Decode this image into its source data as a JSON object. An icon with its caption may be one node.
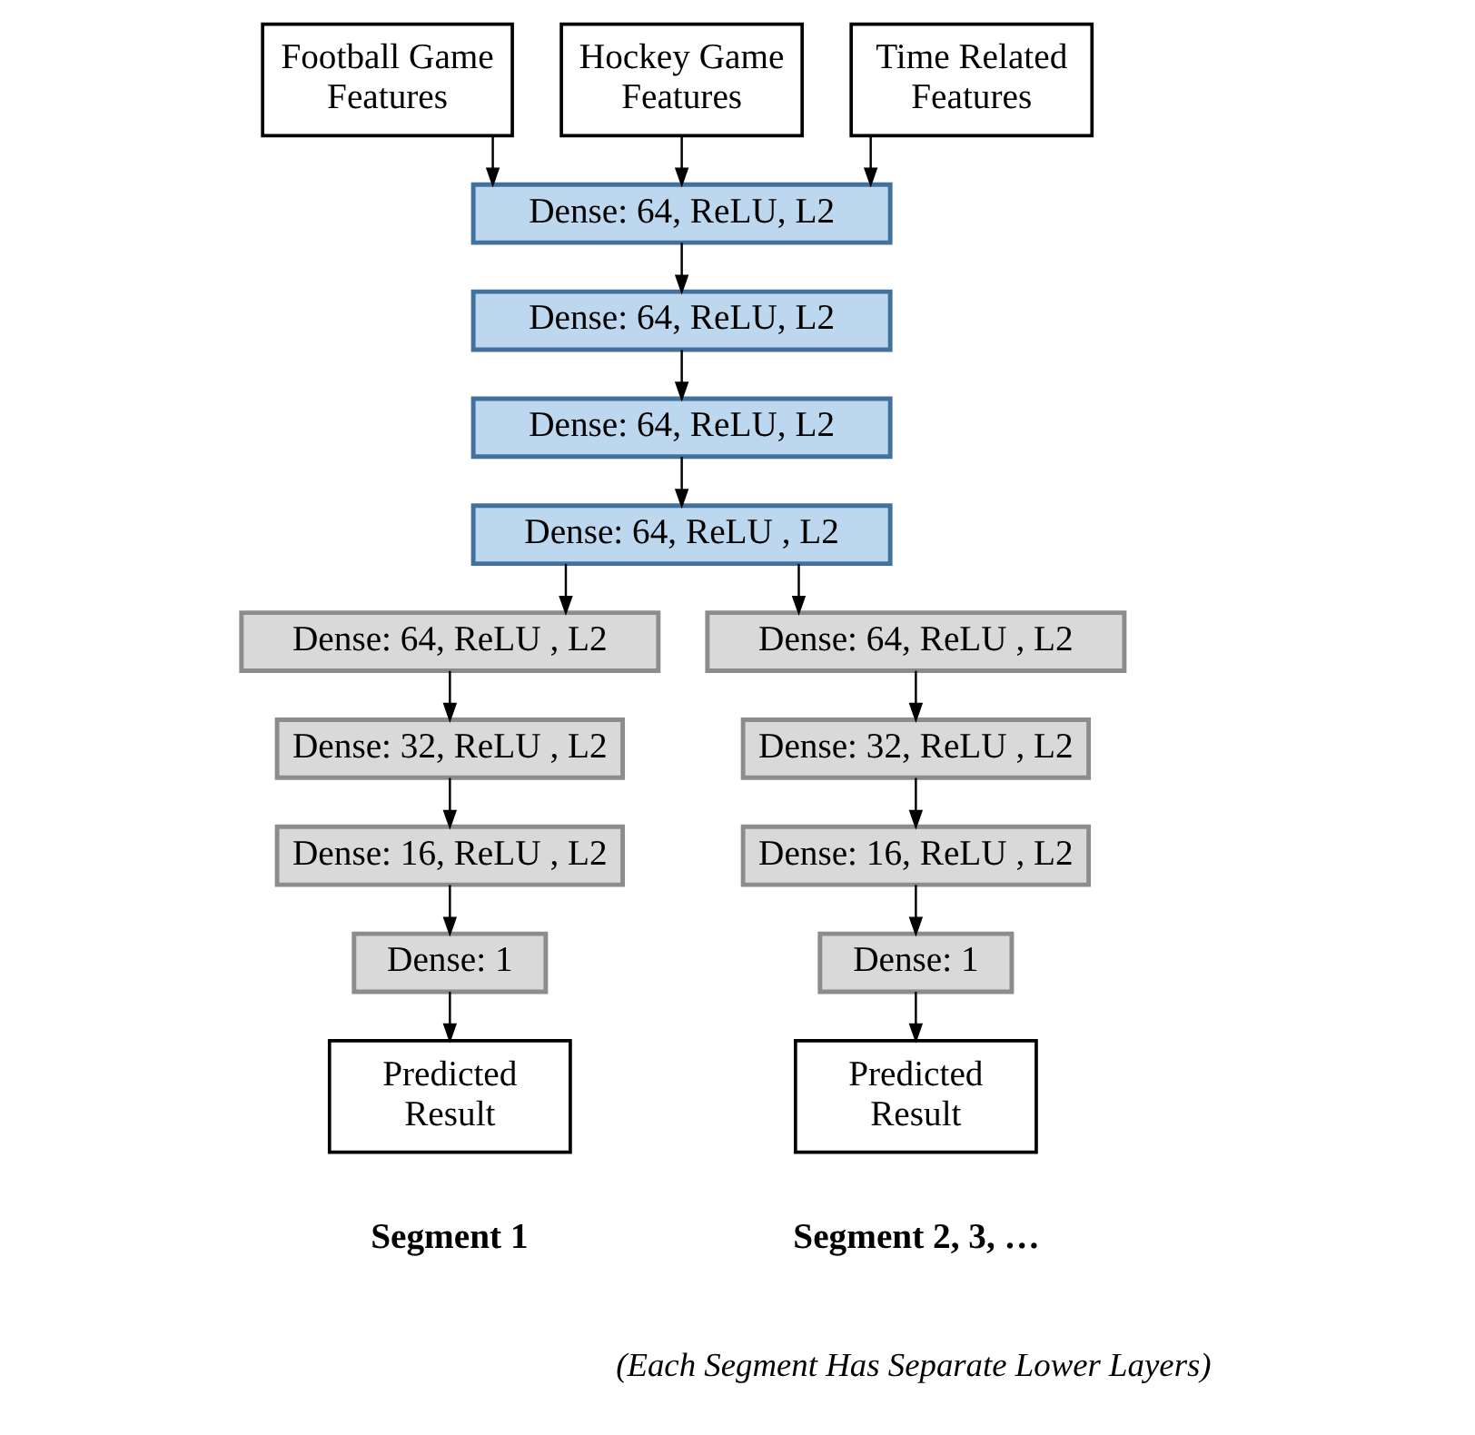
{
  "diagram": {
    "nodes": [
      {
        "text": [
          "Football Game Features"
        ]
      },
      {
        "text": [
          "Hockey Game Features"
        ]
      },
      {
        "text": [
          "Time Related Features"
        ]
      },
      {
        "text": [
          "Dense: 64, ReLU, L2"
        ]
      },
      {
        "text": [
          "Dense: 64, ReLU, L2"
        ]
      },
      {
        "text": [
          "Dense: 64, ReLU, L2"
        ]
      },
      {
        "text": [
          "Dense: 64, ReLU , L2"
        ]
      },
      {
        "text": [
          "Dense: 64, ReLU , L2"
        ]
      },
      {
        "text": [
          "Dense: 32, ReLU , L2"
        ]
      },
      {
        "text": [
          "Dense: 16, ReLU , L2"
        ]
      },
      {
        "text": [
          "Dense: 1"
        ]
      },
      {
        "text": [
          "Predicted Result"
        ]
      },
      {
        "text": [
          "Dense: 64, ReLU , L2"
        ]
      },
      {
        "text": [
          "Dense: 32, ReLU , L2"
        ]
      },
      {
        "text": [
          "Dense: 16, ReLU , L2"
        ]
      },
      {
        "text": [
          "Dense: 1"
        ]
      },
      {
        "text": [
          "Predicted Result"
        ]
      }
    ],
    "edges": [
      {
        "from": 0,
        "to": 3,
        "arrow": "to"
      },
      {
        "from": 1,
        "to": 3,
        "arrow": "to"
      },
      {
        "from": 2,
        "to": 3,
        "arrow": "to"
      },
      {
        "from": 3,
        "to": 4,
        "arrow": "to"
      },
      {
        "from": 4,
        "to": 5,
        "arrow": "to"
      },
      {
        "from": 5,
        "to": 6,
        "arrow": "to"
      },
      {
        "from": 6,
        "to": 7,
        "arrow": "to"
      },
      {
        "from": 6,
        "to": 12,
        "arrow": "to"
      },
      {
        "from": 7,
        "to": 8,
        "arrow": "to"
      },
      {
        "from": 8,
        "to": 9,
        "arrow": "to"
      },
      {
        "from": 9,
        "to": 10,
        "arrow": "to"
      },
      {
        "from": 10,
        "to": 11,
        "arrow": "to"
      },
      {
        "from": 12,
        "to": 13,
        "arrow": "to"
      },
      {
        "from": 13,
        "to": 14,
        "arrow": "to"
      },
      {
        "from": 14,
        "to": 15,
        "arrow": "to"
      },
      {
        "from": 15,
        "to": 16,
        "arrow": "to"
      }
    ],
    "labels": [
      "Segment 1",
      "Segment 2, 3, …",
      "(Each Segment Has Separate Lower Layers)"
    ]
  }
}
